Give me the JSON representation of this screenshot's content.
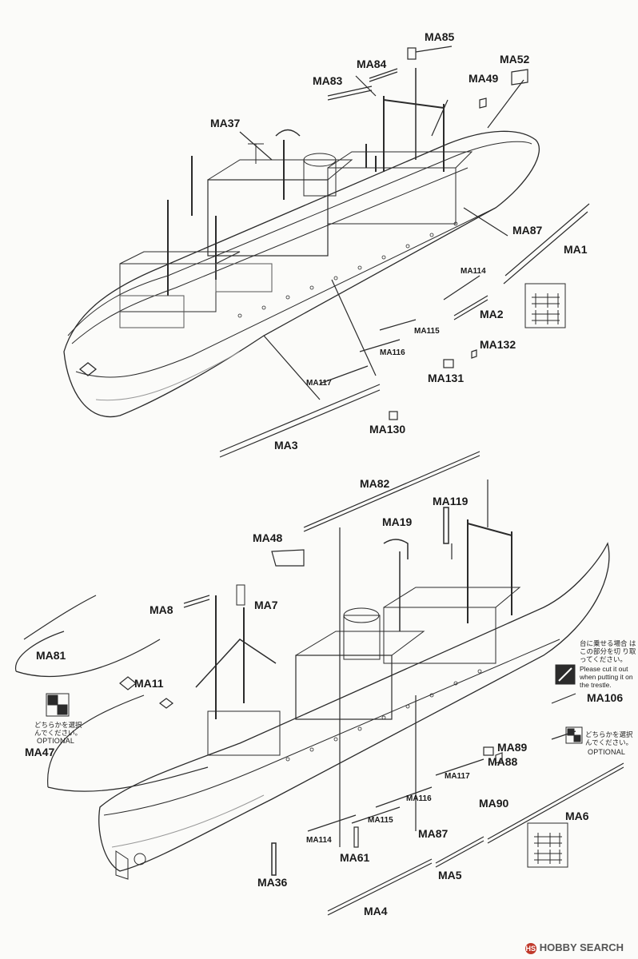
{
  "labels": {
    "MA85": "MA85",
    "MA84": "MA84",
    "MA52": "MA52",
    "MA83": "MA83",
    "MA49": "MA49",
    "MA37": "MA37",
    "MA87_top": "MA87",
    "MA1": "MA1",
    "MA114_top": "MA114",
    "MA2": "MA2",
    "MA115_top": "MA115",
    "MA132": "MA132",
    "MA116_top": "MA116",
    "MA131": "MA131",
    "MA117_top": "MA117",
    "MA130": "MA130",
    "MA3": "MA3",
    "MA82": "MA82",
    "MA119": "MA119",
    "MA19": "MA19",
    "MA48": "MA48",
    "MA8": "MA8",
    "MA7": "MA7",
    "MA81": "MA81",
    "MA11": "MA11",
    "MA47": "MA47",
    "MA106": "MA106",
    "MA89": "MA89",
    "MA88": "MA88",
    "MA117_bot": "MA117",
    "MA90": "MA90",
    "MA116_bot": "MA116",
    "MA6": "MA6",
    "MA115_bot": "MA115",
    "MA87_bot": "MA87",
    "MA114_bot": "MA114",
    "MA61": "MA61",
    "MA5": "MA5",
    "MA36": "MA36",
    "MA4": "MA4"
  },
  "notes": {
    "optional_left_jp": "どちらかを選択 んでください。",
    "optional_left_en": "OPTIONAL",
    "optional_right_jp": "どちらかを選択 んでください。",
    "optional_right_en": "OPTIONAL",
    "trestle_jp": "台に乗せる場合 はこの部分を切 り取ってください。",
    "trestle_en": "Please cut it out when putting it on the trestle."
  },
  "watermark": {
    "brand": "HOBBY SEARCH",
    "logo": "HS"
  },
  "colors": {
    "line": "#2b2b2b",
    "paper": "#fbfbf9"
  }
}
